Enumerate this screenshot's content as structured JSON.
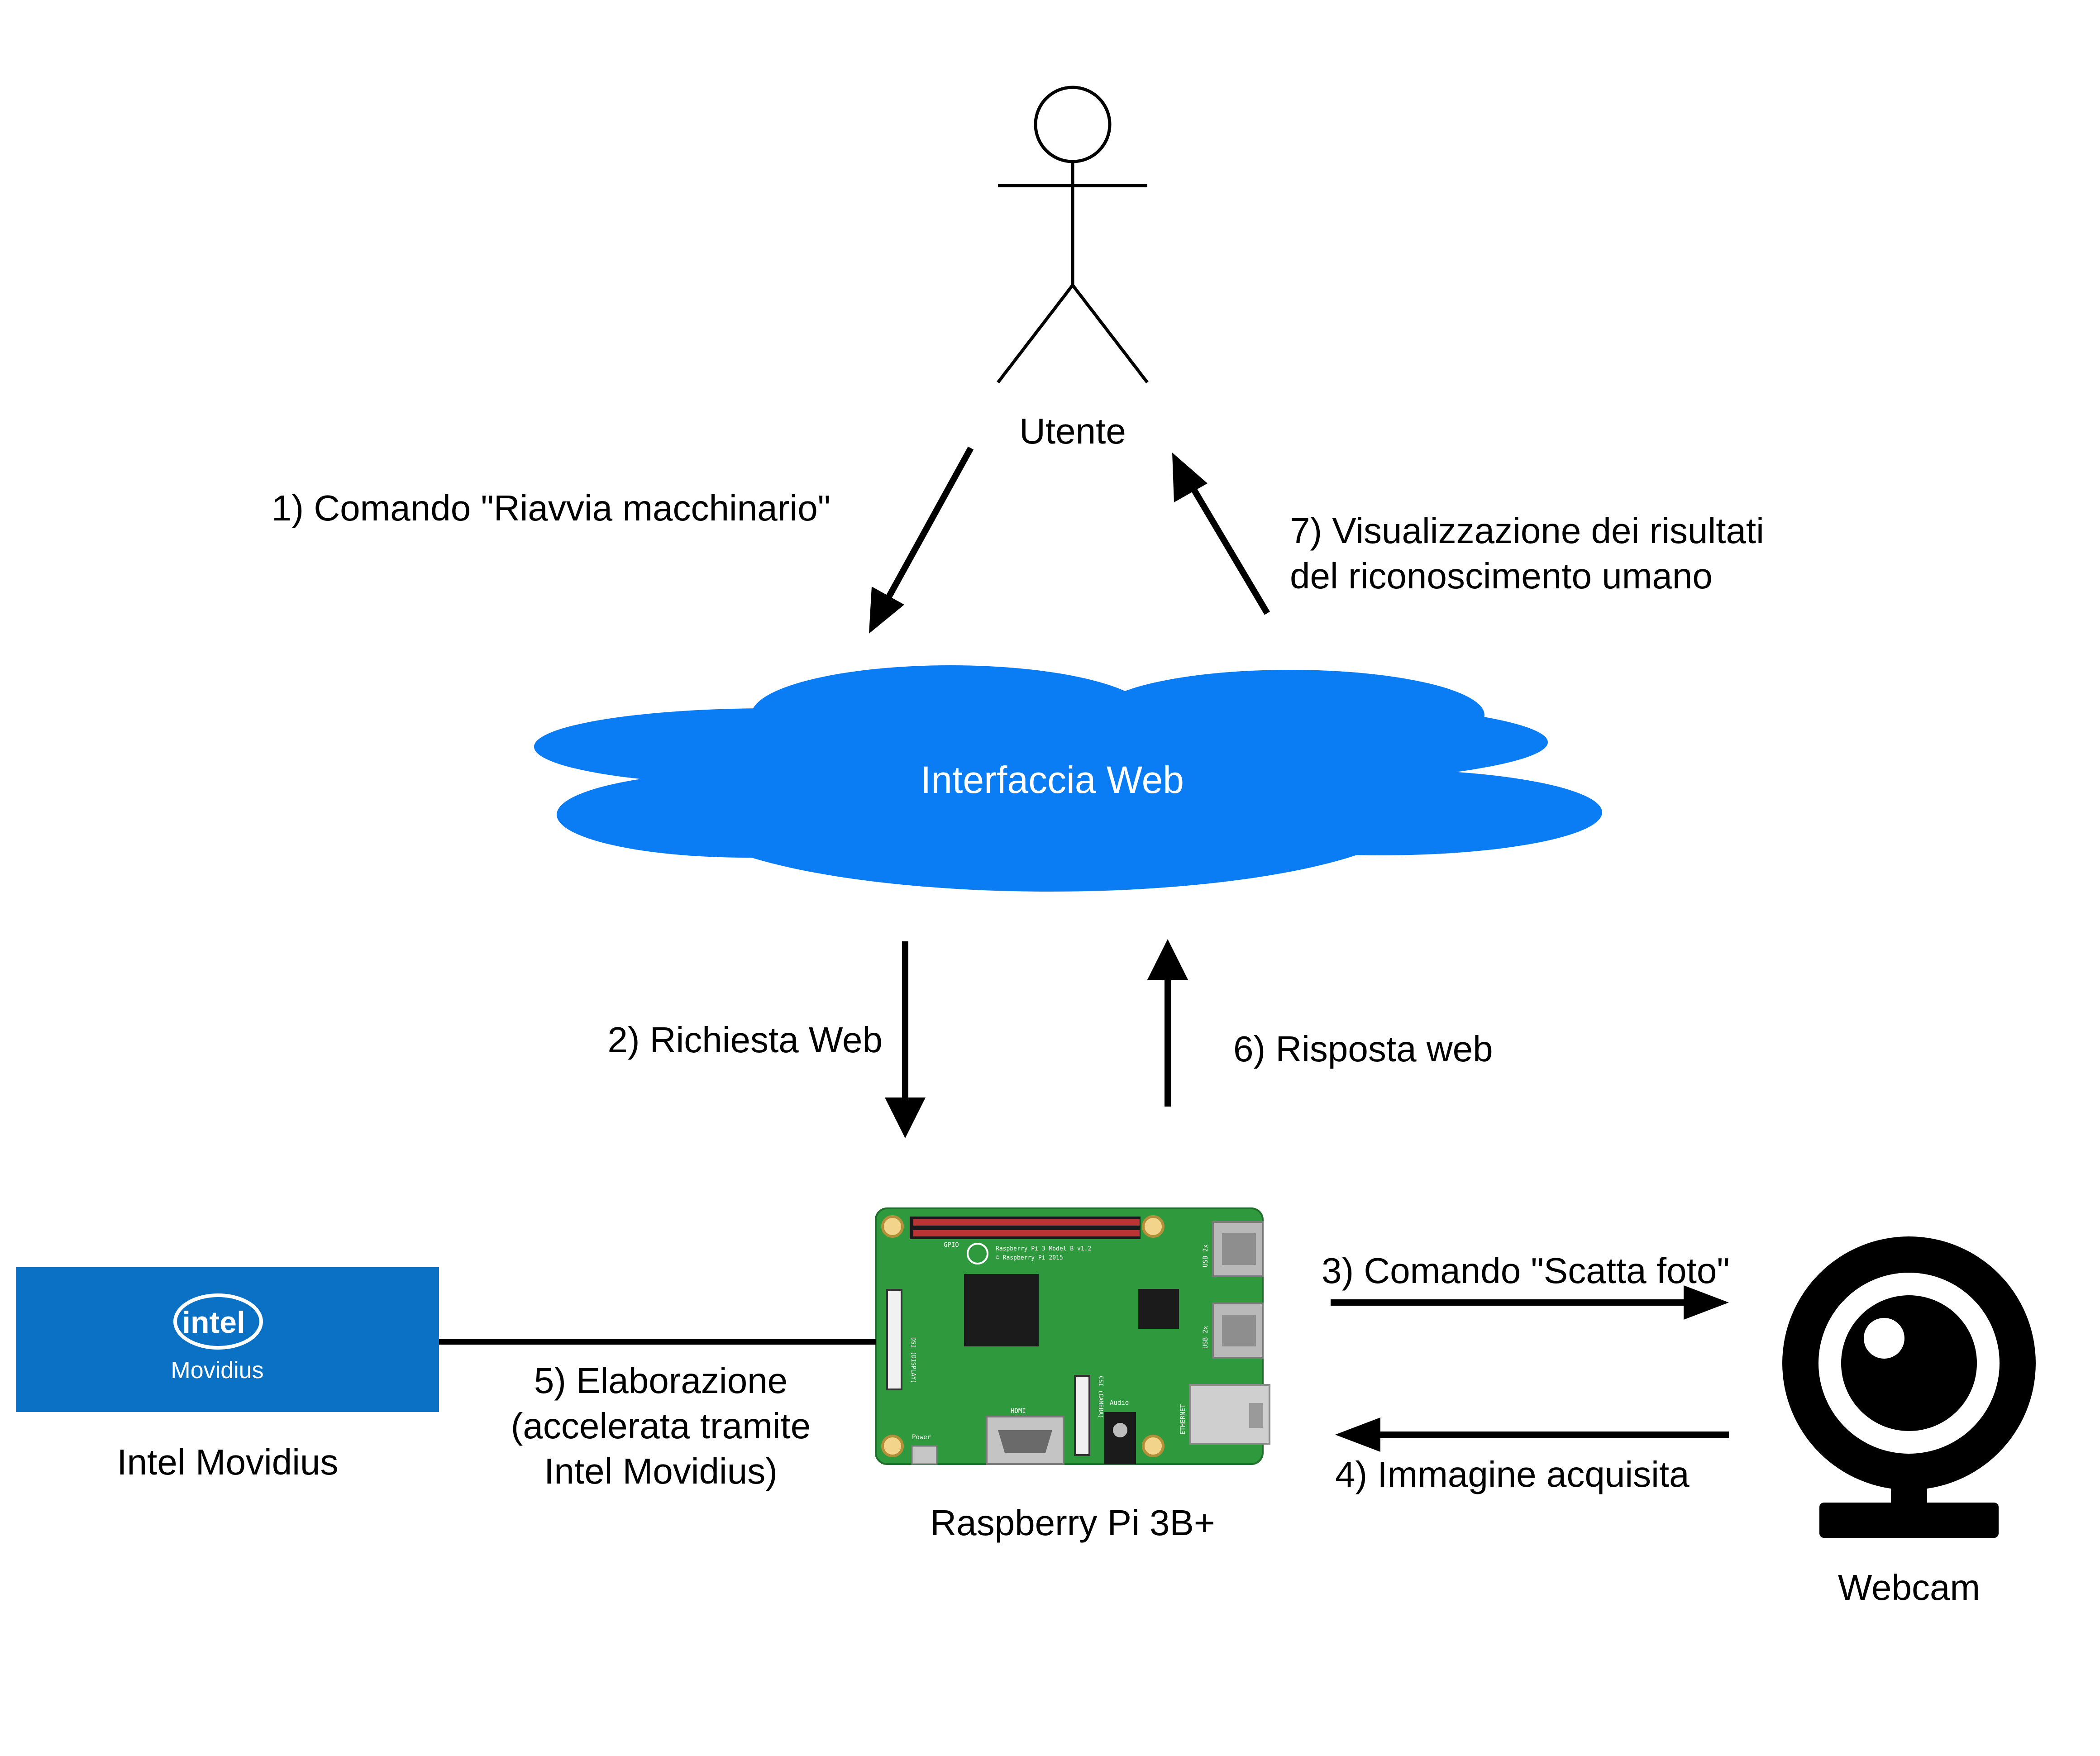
{
  "nodes": {
    "user": "Utente",
    "web_interface": "Interfaccia Web",
    "raspberry": "Raspberry Pi 3B+",
    "webcam": "Webcam",
    "movidius": "Intel Movidius"
  },
  "logo": {
    "brand": "intel",
    "product": "Movidius"
  },
  "board": {
    "model": "Raspberry Pi 3 Model B v1.2",
    "copyright": "© Raspberry Pi 2015",
    "gpio": "GPIO",
    "usb": "USB 2x",
    "ethernet": "ETHERNET",
    "hdmi": "HDMI",
    "audio": "Audio",
    "power": "Power",
    "dsi": "DSI (DISPLAY)",
    "csi": "CSI (CAMERA)"
  },
  "steps": {
    "s1": "1) Comando \"Riavvia macchinario\"",
    "s2": "2) Richiesta Web",
    "s3": "3) Comando \"Scatta foto\"",
    "s4": "4) Immagine acquisita",
    "s5_line1": "5) Elaborazione",
    "s5_line2": "(accelerata tramite",
    "s5_line3": "Intel Movidius)",
    "s6": "6) Risposta web",
    "s7_line1": "7) Visualizzazione dei risultati",
    "s7_line2": "del riconoscimento umano"
  },
  "colors": {
    "cloud": "#0a7df5",
    "intel_blue": "#0a71c5",
    "board_green": "#2e9a3d",
    "arrow": "#000000"
  }
}
